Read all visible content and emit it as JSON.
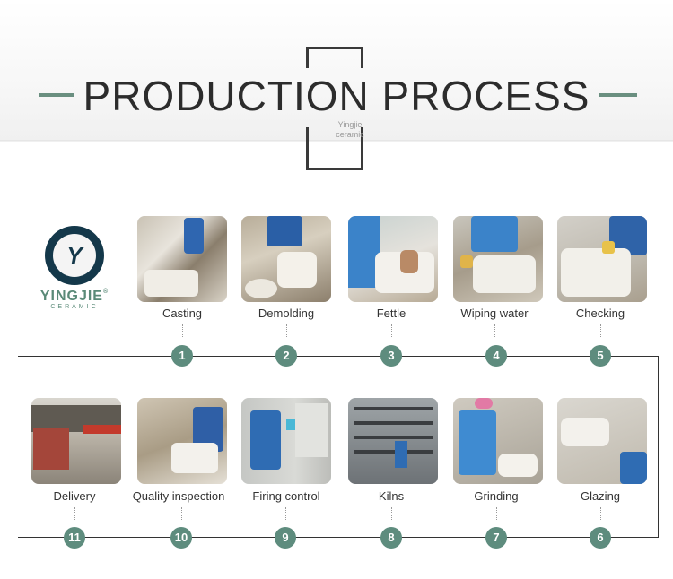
{
  "header": {
    "title": "PRODUCTION PROCESS",
    "brand_line1": "Yingjie",
    "brand_line2": "ceramic"
  },
  "logo": {
    "mark": "Y",
    "name": "YINGJIE",
    "sub": "CERAMIC",
    "registered": "®"
  },
  "colors": {
    "accent": "#5e8c7e",
    "dark": "#2c2c2c",
    "logo_navy": "#14384a"
  },
  "steps": [
    {
      "num": "1",
      "label": "Casting"
    },
    {
      "num": "2",
      "label": "Demolding"
    },
    {
      "num": "3",
      "label": "Fettle"
    },
    {
      "num": "4",
      "label": "Wiping water"
    },
    {
      "num": "5",
      "label": "Checking"
    },
    {
      "num": "6",
      "label": "Glazing"
    },
    {
      "num": "7",
      "label": "Grinding"
    },
    {
      "num": "8",
      "label": "Kilns"
    },
    {
      "num": "9",
      "label": "Firing control"
    },
    {
      "num": "10",
      "label": "Quality inspection"
    },
    {
      "num": "11",
      "label": "Delivery"
    }
  ]
}
